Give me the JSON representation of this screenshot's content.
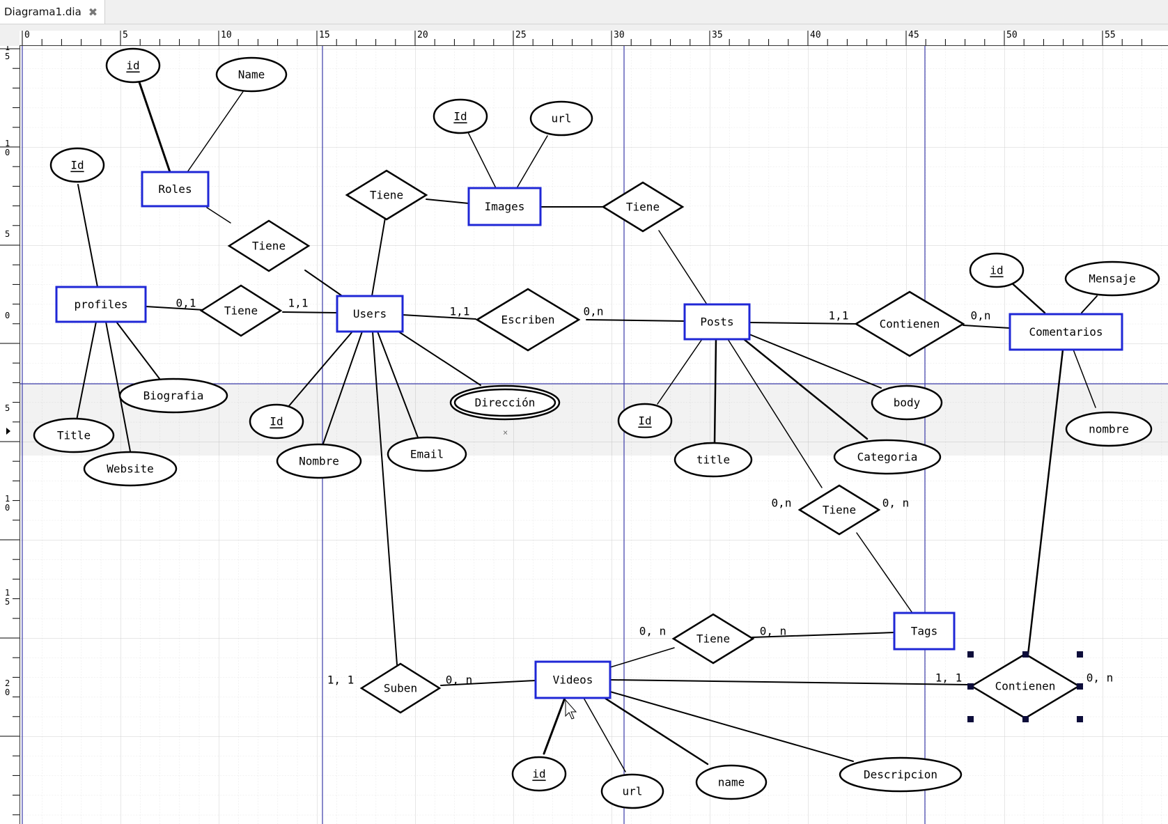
{
  "tab": {
    "title": "Diagrama1.dia"
  },
  "ruler": {
    "h_labels": [
      "0",
      "5",
      "10",
      "15",
      "20",
      "25",
      "30",
      "35",
      "40",
      "45",
      "50",
      "55"
    ],
    "v_labels": [
      "1\n5",
      "1\n0",
      "5",
      "0",
      "5",
      "1\n0",
      "1\n5",
      "2\n0"
    ]
  },
  "diagram": {
    "entities": [
      {
        "id": "roles",
        "label": "Roles"
      },
      {
        "id": "images",
        "label": "Images"
      },
      {
        "id": "profiles",
        "label": "profiles"
      },
      {
        "id": "users",
        "label": "Users"
      },
      {
        "id": "posts",
        "label": "Posts"
      },
      {
        "id": "comentarios",
        "label": "Comentarios"
      },
      {
        "id": "tags",
        "label": "Tags"
      },
      {
        "id": "videos",
        "label": "Videos"
      }
    ],
    "relationships": [
      {
        "id": "tiene-roles",
        "label": "Tiene"
      },
      {
        "id": "tiene-users-images",
        "label": "Tiene"
      },
      {
        "id": "tiene-images-posts",
        "label": "Tiene"
      },
      {
        "id": "tiene-profiles",
        "label": "Tiene"
      },
      {
        "id": "escriben",
        "label": "Escriben"
      },
      {
        "id": "contienen-com",
        "label": "Contienen"
      },
      {
        "id": "tiene-posts-tags",
        "label": "Tiene"
      },
      {
        "id": "tiene-videos-tags",
        "label": "Tiene"
      },
      {
        "id": "suben",
        "label": "Suben"
      },
      {
        "id": "contienen-vid",
        "label": "Contienen"
      }
    ],
    "attributes": [
      {
        "id": "roles-id",
        "label": "id",
        "key": true
      },
      {
        "id": "roles-name",
        "label": "Name",
        "key": false
      },
      {
        "id": "images-id",
        "label": "Id",
        "key": true
      },
      {
        "id": "images-url",
        "label": "url",
        "key": false
      },
      {
        "id": "profiles-id",
        "label": "Id",
        "key": true
      },
      {
        "id": "biografia",
        "label": "Biografia",
        "key": false
      },
      {
        "id": "title-p",
        "label": "Title",
        "key": false
      },
      {
        "id": "website",
        "label": "Website",
        "key": false
      },
      {
        "id": "users-id",
        "label": "Id",
        "key": true
      },
      {
        "id": "nombre",
        "label": "Nombre",
        "key": false
      },
      {
        "id": "email",
        "label": "Email",
        "key": false
      },
      {
        "id": "direccion",
        "label": "Dirección",
        "key": false,
        "multivalued": true
      },
      {
        "id": "posts-id",
        "label": "Id",
        "key": true
      },
      {
        "id": "posts-title",
        "label": "title",
        "key": false
      },
      {
        "id": "categoria",
        "label": "Categoria",
        "key": false
      },
      {
        "id": "body",
        "label": "body",
        "key": false
      },
      {
        "id": "com-id",
        "label": "id",
        "key": true
      },
      {
        "id": "mensaje",
        "label": "Mensaje",
        "key": false
      },
      {
        "id": "com-nombre",
        "label": "nombre",
        "key": false
      },
      {
        "id": "videos-id",
        "label": "id",
        "key": true
      },
      {
        "id": "videos-url",
        "label": "url",
        "key": false
      },
      {
        "id": "videos-name",
        "label": "name",
        "key": false
      },
      {
        "id": "descripcion",
        "label": "Descripcion",
        "key": false
      }
    ],
    "cardinalities": [
      {
        "id": "c1",
        "label": "0,1"
      },
      {
        "id": "c2",
        "label": "1,1"
      },
      {
        "id": "c3",
        "label": "1,1"
      },
      {
        "id": "c4",
        "label": "0,n"
      },
      {
        "id": "c5",
        "label": "1,1"
      },
      {
        "id": "c6",
        "label": "0,n"
      },
      {
        "id": "c7",
        "label": "0,n"
      },
      {
        "id": "c8",
        "label": "0, n"
      },
      {
        "id": "c9",
        "label": "0, n"
      },
      {
        "id": "c10",
        "label": "0, n"
      },
      {
        "id": "c11",
        "label": "1, 1"
      },
      {
        "id": "c12",
        "label": "0, n"
      },
      {
        "id": "c13",
        "label": "1, 1"
      },
      {
        "id": "c14",
        "label": "0, n"
      }
    ]
  }
}
